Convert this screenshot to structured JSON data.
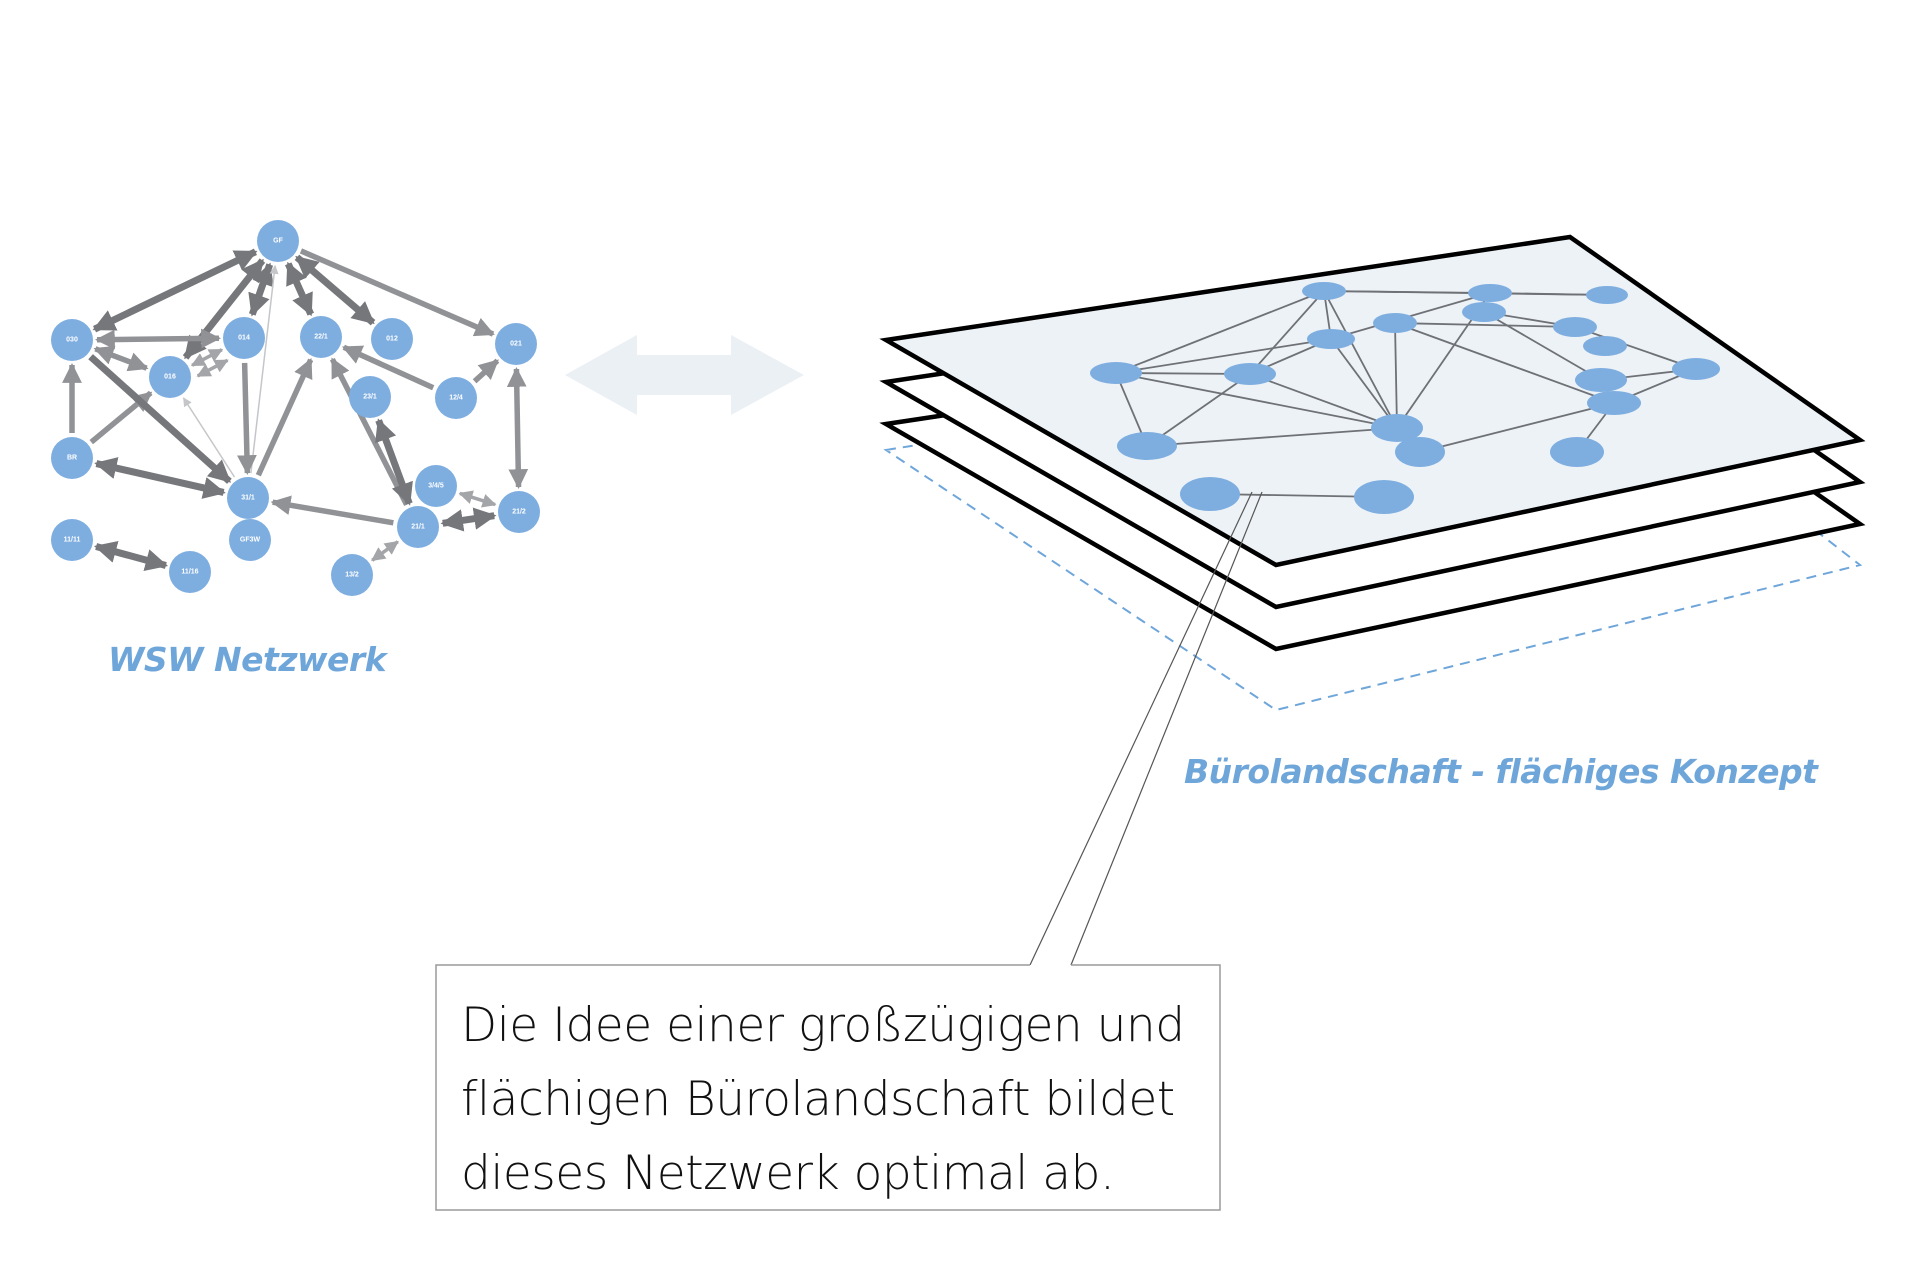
{
  "left_network": {
    "caption": "WSW Netzwerk",
    "nodes": [
      {
        "id": "GF",
        "label": "GF"
      },
      {
        "id": "030",
        "label": "030"
      },
      {
        "id": "014",
        "label": "014"
      },
      {
        "id": "22/1",
        "label": "22/1"
      },
      {
        "id": "012",
        "label": "012"
      },
      {
        "id": "021",
        "label": "021"
      },
      {
        "id": "016",
        "label": "016"
      },
      {
        "id": "23/1",
        "label": "23/1"
      },
      {
        "id": "12/4",
        "label": "12/4"
      },
      {
        "id": "BR",
        "label": "BR"
      },
      {
        "id": "31/1",
        "label": "31/1"
      },
      {
        "id": "GF3W",
        "label": "GF3W"
      },
      {
        "id": "3/4/5",
        "label": "3/4/5"
      },
      {
        "id": "21/2",
        "label": "21/2"
      },
      {
        "id": "21/1",
        "label": "21/1"
      },
      {
        "id": "11/11",
        "label": "11/11"
      },
      {
        "id": "11/16",
        "label": "11/16"
      },
      {
        "id": "13/2",
        "label": "13/2"
      }
    ],
    "edges": [
      {
        "from": "GF",
        "to": "030",
        "dir": "both",
        "weight": "heavy"
      },
      {
        "from": "GF",
        "to": "016",
        "dir": "both",
        "weight": "heavy"
      },
      {
        "from": "GF",
        "to": "014",
        "dir": "both",
        "weight": "heavy"
      },
      {
        "from": "GF",
        "to": "22/1",
        "dir": "both",
        "weight": "heavy"
      },
      {
        "from": "GF",
        "to": "012",
        "dir": "both",
        "weight": "heavy"
      },
      {
        "from": "GF",
        "to": "021",
        "dir": "to",
        "weight": "medium"
      },
      {
        "from": "31/1",
        "to": "GF",
        "dir": "to",
        "weight": "thin"
      },
      {
        "from": "030",
        "to": "014",
        "dir": "both",
        "weight": "medium"
      },
      {
        "from": "030",
        "to": "016",
        "dir": "both",
        "weight": "medium"
      },
      {
        "from": "016",
        "to": "014",
        "dir": "both",
        "weight": "light"
      },
      {
        "from": "016",
        "to": "014",
        "dir": "both",
        "weight": "light"
      },
      {
        "from": "BR",
        "to": "030",
        "dir": "to",
        "weight": "medium"
      },
      {
        "from": "BR",
        "to": "016",
        "dir": "to",
        "weight": "medium"
      },
      {
        "from": "030",
        "to": "31/1",
        "dir": "to",
        "weight": "heavy"
      },
      {
        "from": "BR",
        "to": "31/1",
        "dir": "both",
        "weight": "heavy"
      },
      {
        "from": "31/1",
        "to": "016",
        "dir": "to",
        "weight": "thin"
      },
      {
        "from": "014",
        "to": "31/1",
        "dir": "to",
        "weight": "medium"
      },
      {
        "from": "31/1",
        "to": "22/1",
        "dir": "to",
        "weight": "medium"
      },
      {
        "from": "21/1",
        "to": "22/1",
        "dir": "to",
        "weight": "medium"
      },
      {
        "from": "12/4",
        "to": "22/1",
        "dir": "to",
        "weight": "medium"
      },
      {
        "from": "12/4",
        "to": "021",
        "dir": "to",
        "weight": "medium"
      },
      {
        "from": "23/1",
        "to": "21/1",
        "dir": "both",
        "weight": "heavy"
      },
      {
        "from": "21/1",
        "to": "31/1",
        "dir": "to",
        "weight": "medium"
      },
      {
        "from": "3/4/5",
        "to": "21/2",
        "dir": "both",
        "weight": "light"
      },
      {
        "from": "21/1",
        "to": "21/2",
        "dir": "both",
        "weight": "heavy"
      },
      {
        "from": "021",
        "to": "21/2",
        "dir": "both",
        "weight": "medium"
      },
      {
        "from": "21/1",
        "to": "13/2",
        "dir": "both",
        "weight": "light"
      },
      {
        "from": "11/11",
        "to": "11/16",
        "dir": "both",
        "weight": "heavy"
      }
    ]
  },
  "exchange_arrow": {
    "icon": "double-arrow-icon",
    "color": "#ebf0f5"
  },
  "right_illustration": {
    "caption": "Bürolandschaft - flächiges Konzept",
    "plane_fill": "#edf2f7",
    "plane_count": 3
  },
  "callout": {
    "lines": [
      "Die Idee einer großzügigen und",
      "flächigen  Bürolandschaft  bildet",
      "dieses Netzwerk optimal ab."
    ]
  },
  "colors": {
    "node_blue": "#7eaee0",
    "caption_blue": "#6fa6da",
    "edge_dark": "#75777b",
    "edge_mid": "#909296",
    "edge_light": "#b4b6b9",
    "dashed_outline": "#6fa6da"
  }
}
